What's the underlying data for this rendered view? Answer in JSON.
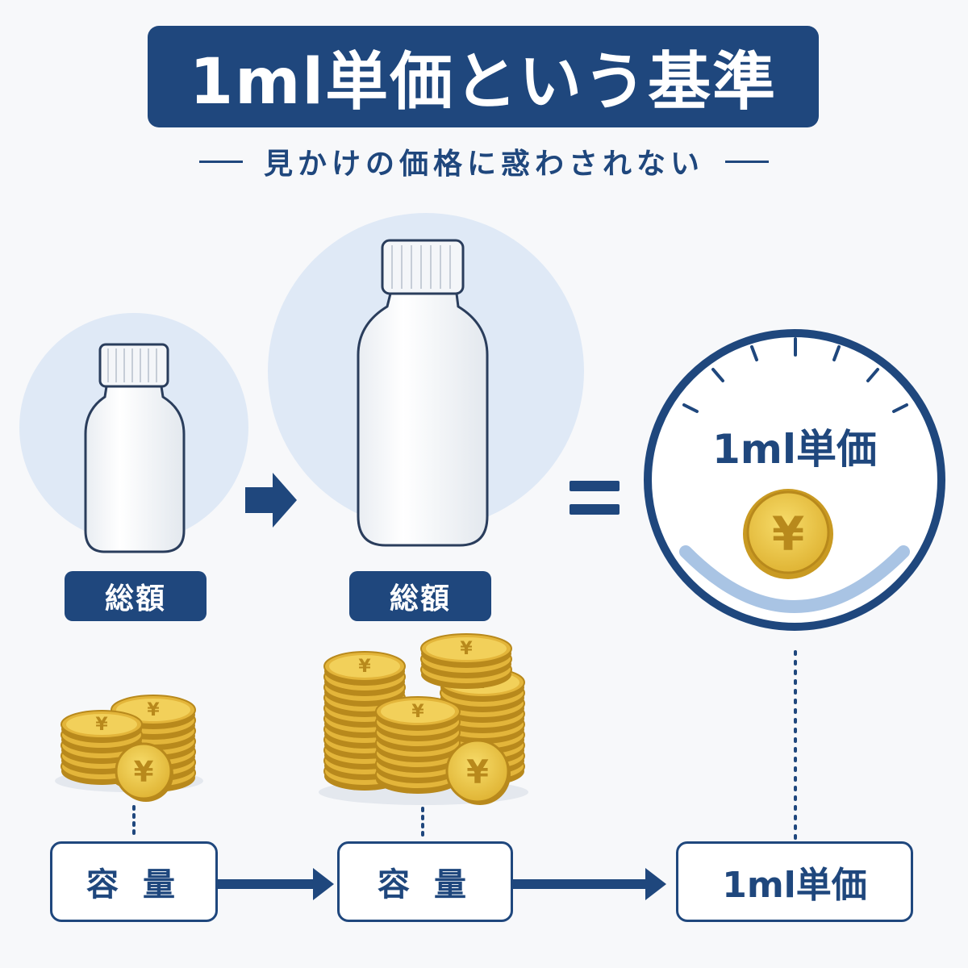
{
  "header": {
    "title": "1ml単価という基準",
    "subtitle": "見かけの価格に惑わされない"
  },
  "labels": {
    "total_small": "総額",
    "total_large": "総額",
    "volume_small": "容 量",
    "volume_large": "容 量",
    "unit_price_box": "1ml単価",
    "unit_price_dial": "1ml単価"
  },
  "icons": {
    "coin_symbol": "¥",
    "equals": "=",
    "arrow": "right-arrow-icon"
  },
  "colors": {
    "navy": "#1f477d",
    "light_blue": "#dfe9f6",
    "gold": "#e7bd3c",
    "gold_dark": "#c99a22"
  }
}
